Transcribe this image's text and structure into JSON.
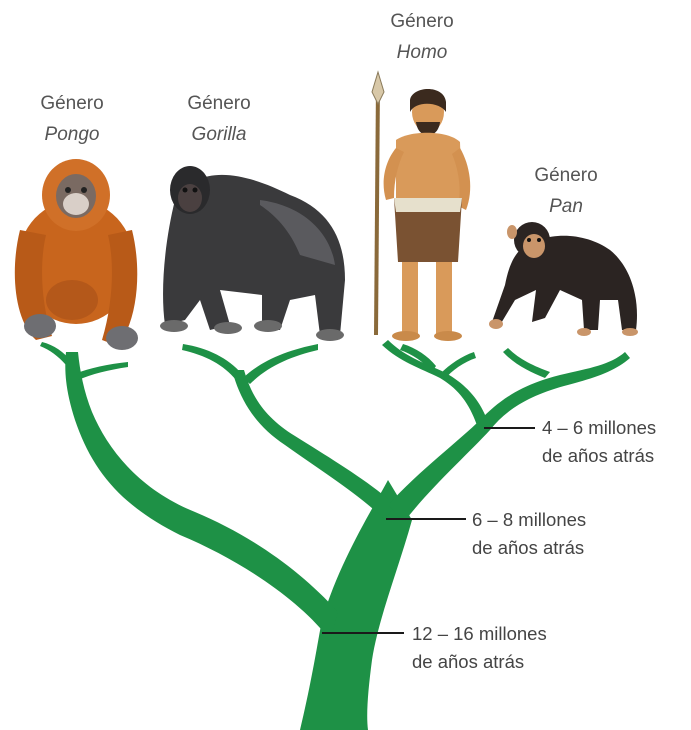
{
  "genera": [
    {
      "word": "Género",
      "name": "Pongo"
    },
    {
      "word": "Género",
      "name": "Gorilla"
    },
    {
      "word": "Género",
      "name": "Homo"
    },
    {
      "word": "Género",
      "name": "Pan"
    }
  ],
  "divergences": [
    {
      "line1": "4 – 6 millones",
      "line2": "de años atrás"
    },
    {
      "line1": "6 – 8 millones",
      "line2": "de años atrás"
    },
    {
      "line1": "12 – 16 millones",
      "line2": "de años atrás"
    }
  ],
  "colors": {
    "tree": "#1e9146",
    "orangutan": "#c8651d",
    "gorilla": "#3a3a3c",
    "human_skin": "#d99a5a",
    "chimp": "#2b2422"
  }
}
